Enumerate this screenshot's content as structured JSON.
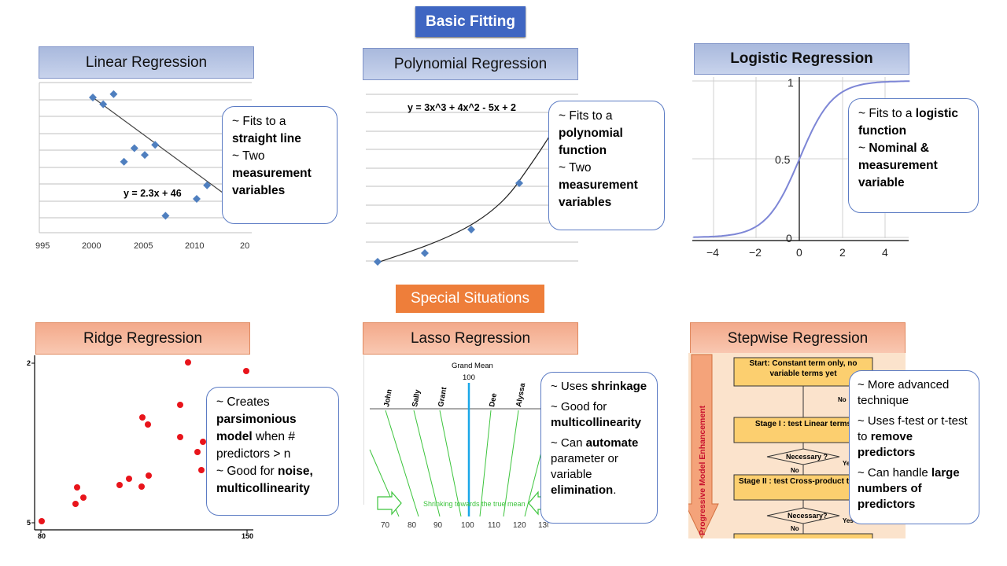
{
  "sections": {
    "basic": "Basic Fitting",
    "special": "Special Situations"
  },
  "linear": {
    "title": "Linear Regression",
    "equation": "y = 2.3x + 46",
    "x_ticks": [
      "995",
      "2000",
      "2005",
      "2010",
      "20"
    ],
    "note": {
      "l1": "~ Fits to a ",
      "l2b": "straight line",
      "l3": "~ Two ",
      "l4b": "measurement variables"
    },
    "points": [
      [
        2000,
        8
      ],
      [
        2001,
        7.6
      ],
      [
        2002,
        8.2
      ],
      [
        2003,
        4.2
      ],
      [
        2004,
        5
      ],
      [
        2005,
        4.6
      ],
      [
        2006,
        5.2
      ],
      [
        2007,
        1
      ],
      [
        2010,
        2
      ],
      [
        2011,
        2.8
      ]
    ]
  },
  "polynomial": {
    "title": "Polynomial  Regression",
    "equation": "y = 3x^3 + 4x^2 - 5x + 2",
    "note": {
      "l1": "~ Fits to a ",
      "l2b": "polynomial function",
      "l3": "~ Two ",
      "l4b": "measurement variables"
    }
  },
  "logistic": {
    "title": "Logistic Regression",
    "y_ticks": [
      "1",
      "0.5",
      "0"
    ],
    "x_ticks": [
      "−4",
      "−2",
      "0",
      "2",
      "4"
    ],
    "note": {
      "l1": "~ Fits to a ",
      "l2b": "logistic function",
      "l3": "~ ",
      "l3b": "Nominal & measurement variable"
    }
  },
  "ridge": {
    "title": "Ridge Regression",
    "y_ticks": [
      "2",
      "5"
    ],
    "x_ticks": [
      "80",
      "150"
    ],
    "note": {
      "a1": "~ Creates ",
      "a2b": "parsimonious model",
      "a3": " when # predictors > n",
      "b1": "~ Good for ",
      "b2b": "noise, multicollinearity"
    }
  },
  "lasso": {
    "title": "Lasso Regression",
    "grand_mean": "Grand Mean",
    "grand_value": "100",
    "names": [
      "John",
      "Sally",
      "Grant",
      "Dee",
      "Alyssa"
    ],
    "shrink_text": "Shrinking towards the true mean",
    "x_ticks": [
      "70",
      "80",
      "90",
      "100",
      "110",
      "120",
      "130"
    ],
    "note": {
      "a1": "~ Uses ",
      "a2b": "shrinkage",
      "b1": "~ Good for ",
      "b2b": "multicollinearity",
      "c1": "~ Can ",
      "c2b": "automate",
      "c3": " parameter or variable ",
      "c4b": "elimination",
      "c5": "."
    }
  },
  "stepwise": {
    "title": "Stepwise Regression",
    "side_label": "Progressive Model Enhancement",
    "start_box": "Start: Constant term only, no variable terms yet",
    "stage1": "Stage I : test Linear terms",
    "stage2": "Stage II : test Cross-product terms",
    "necessary": "Necessary ?",
    "necessary2": "Necessary?",
    "no": "No",
    "yes": "Yes",
    "note": {
      "a1": "~ More advanced technique",
      "b1": "~ Uses f-test or t-test to ",
      "b2b": "remove predictors",
      "c1": "~ Can handle ",
      "c2b": "large numbers of predictors"
    }
  },
  "colors": {
    "section_blue": "#3f66c2",
    "section_orange": "#ee7e3a",
    "point_blue": "#4f7fbf",
    "point_red": "#e8141b",
    "curve_blue": "#7d86d6",
    "lasso_green": "#3cc43c",
    "lasso_mean": "#1aa7e8"
  },
  "icons": [
    "diamond-marker",
    "red-dot-marker",
    "down-arrow-icon"
  ]
}
